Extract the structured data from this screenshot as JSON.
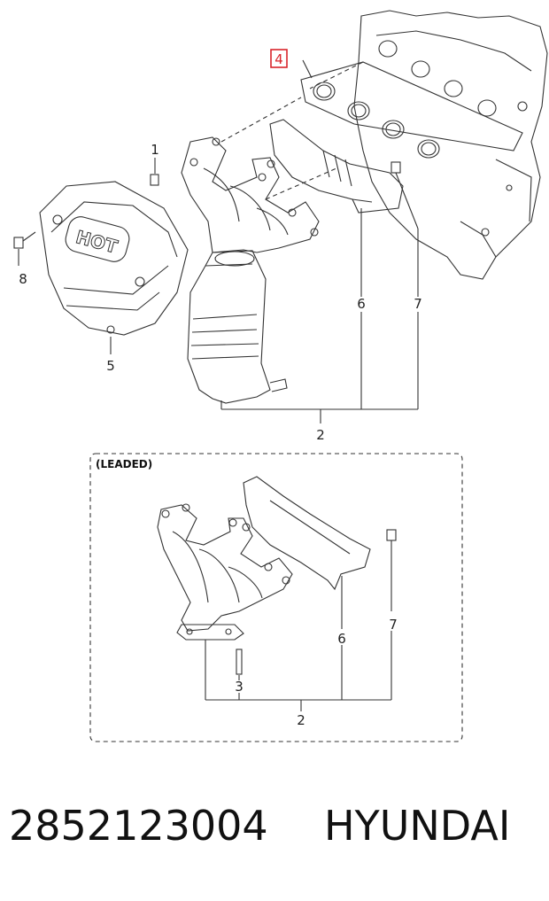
{
  "diagram": {
    "callouts": {
      "c1": "1",
      "c2_top": "2",
      "c4": "4",
      "c5": "5",
      "c6_top": "6",
      "c7_top": "7",
      "c8": "8",
      "c2_bottom": "2",
      "c3": "3",
      "c6_bottom": "6",
      "c7_bottom": "7"
    },
    "cover_text": "HOT",
    "inset_label": "(LEADED)",
    "highlight_color": "#d8252b"
  },
  "footer": {
    "part_number": "2852123004",
    "brand": "HYUNDAI"
  }
}
